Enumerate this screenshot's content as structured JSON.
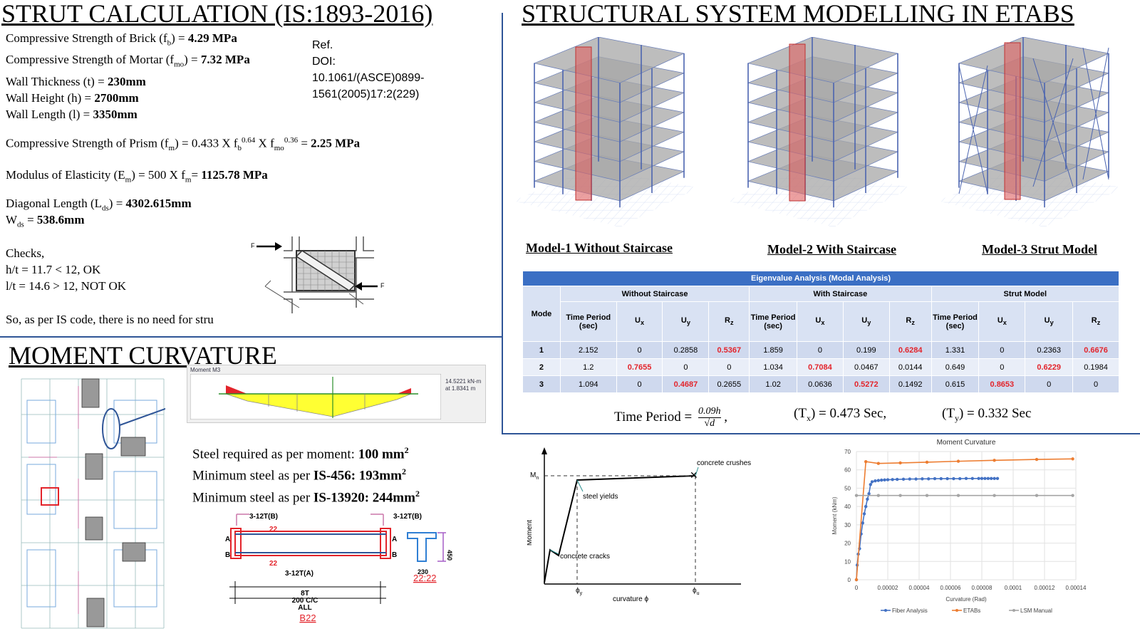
{
  "titles": {
    "strut": "STRUT CALCULATION (IS:1893-2016)",
    "etabs": "STRUCTURAL SYSTEM MODELLING IN ETABS",
    "moment": "MOMENT CURVATURE"
  },
  "strut_calc": {
    "brick": {
      "label": "Compressive Strength of Brick (f",
      "sub": "b",
      "tail": ") = ",
      "value": "4.29 MPa"
    },
    "mortar": {
      "label": "Compressive Strength of Mortar (f",
      "sub": "mo",
      "tail": ") = ",
      "value": "7.32 MPa"
    },
    "thickness": {
      "label": "Wall Thickness (t) = ",
      "value": "230mm"
    },
    "height": {
      "label": "Wall Height (h) = ",
      "value": "2700mm"
    },
    "length": {
      "label": "Wall Length (l) = ",
      "value": "3350mm"
    },
    "prism": {
      "label": "Compressive Strength of Prism (f",
      "sub": "m",
      "expr": ") = 0.433 X f",
      "sub_b": "b",
      "exp1": "0.64",
      "x2": " X f",
      "sub_mo": "mo",
      "exp2": "0.36",
      "eq": " = ",
      "value": "2.25 MPa"
    },
    "modulus": {
      "label": "Modulus of Elasticity (E",
      "sub": "m",
      "expr": ") = 500 X f",
      "sub_m": "m",
      "eq": "= ",
      "value": "1125.78 MPa"
    },
    "diagonal": {
      "label": "Diagonal Length (L",
      "sub": "ds",
      "tail": ") = ",
      "value": "4302.615mm"
    },
    "width": {
      "label": "W",
      "sub": "ds",
      "tail": " = ",
      "value": "538.6mm"
    },
    "checks_title": "Checks,",
    "check1": "h/t = 11.7 < 12, OK",
    "check2": "l/t = 14.6 > 12, NOT OK",
    "conclusion": "So, as per IS code, there is no need for stru"
  },
  "reference": {
    "line1": "Ref.",
    "line2": "DOI:",
    "line3": "10.1061/(ASCE)0899-",
    "line4": "1561(2005)17:2(229)"
  },
  "strut_figure": {
    "force_left": "F",
    "force_right": "F"
  },
  "models": [
    {
      "caption": "Model-1 Without Staircase"
    },
    {
      "caption": "Model-2 With Staircase"
    },
    {
      "caption": "Model-3 Strut Model"
    }
  ],
  "eigen_table": {
    "title": "Eigenvalue Analysis (Modal Analysis)",
    "groups": [
      "Without Staircase",
      "With Staircase",
      "Strut Model"
    ],
    "mode_header": "Mode",
    "group_headers": [
      [
        "Time Period (sec)",
        "U",
        "U",
        "R"
      ],
      [
        "Time Period (sec)",
        "U",
        "U",
        "R"
      ],
      [
        "Time Period (sec)",
        "U",
        "U",
        "R"
      ]
    ],
    "subscripts": [
      "x",
      "y",
      "z"
    ],
    "rows": [
      {
        "mode": "1",
        "values": [
          "2.152",
          "0",
          "0.2858",
          "0.5367",
          "1.859",
          "0",
          "0.199",
          "0.6284",
          "1.331",
          "0",
          "0.2363",
          "0.6676"
        ],
        "red": [
          3,
          7,
          11
        ]
      },
      {
        "mode": "2",
        "values": [
          "1.2",
          "0.7655",
          "0",
          "0",
          "1.034",
          "0.7084",
          "0.0467",
          "0.0144",
          "0.649",
          "0",
          "0.6229",
          "0.1984"
        ],
        "red": [
          1,
          5,
          10
        ]
      },
      {
        "mode": "3",
        "values": [
          "1.094",
          "0",
          "0.4687",
          "0.2655",
          "1.02",
          "0.0636",
          "0.5272",
          "0.1492",
          "0.615",
          "0.8653",
          "0",
          "0"
        ],
        "red": [
          2,
          6,
          9
        ]
      }
    ]
  },
  "time_period": {
    "label": "Time Period =",
    "numerator": "0.09h",
    "denominator": "d",
    "comma": ",",
    "tx": "(T",
    "tx_sub": "x",
    "tx_val": ") = 0.473 Sec,",
    "ty": "(T",
    "ty_sub": "y",
    "ty_val": ") = 0.332 Sec"
  },
  "moment_diagram": {
    "title": "Moment M3",
    "value_line1": "14.5221 kN-m",
    "value_line2": "at 1.8341 m"
  },
  "steel": {
    "l1_label": "Steel required as per moment: ",
    "l1_value": "100 mm",
    "l1_sup": "2",
    "l2_label": "Minimum steel as per ",
    "l2_value": "IS-456: 193mm",
    "l2_sup": "2",
    "l3_label": "Minimum steel as per ",
    "l3_value": "IS-13920: 244mm",
    "l3_sup": "2"
  },
  "beam_detail": {
    "top_left": "3-12T(B)",
    "top_right": "3-12T(B)",
    "bottom_bar": "3-12T(A)",
    "section_a": "A",
    "section_b": "B",
    "dim1": "22",
    "dim2": "22",
    "stirrup_line1": "8T",
    "stirrup_line2": "200 C/C",
    "stirrup_line3": "ALL",
    "beam_id": "B22",
    "section_width": "230",
    "section_depth": "450",
    "section_id": "22:22"
  },
  "concept_curve": {
    "y_label": "Moment",
    "x_label": "curvature  ϕ",
    "mn": "M",
    "mn_sub": "n",
    "phi_y": "ϕ",
    "phi_y_sub": "y",
    "phi_u": "ϕ",
    "phi_u_sub": "u",
    "ann_crush": "concrete crushes",
    "ann_yield": "steel yields",
    "ann_crack": "concrete cracks"
  },
  "chart_data": {
    "type": "line",
    "title": "Moment Curvature",
    "xlabel": "Curvature (Rad)",
    "ylabel": "Moment (kNm)",
    "xlim": [
      0,
      0.00014
    ],
    "ylim": [
      0,
      70
    ],
    "x_ticks": [
      "0",
      "0.00002",
      "0.00004",
      "0.00006",
      "0.00008",
      "0.0001",
      "0.00012",
      "0.00014"
    ],
    "y_ticks": [
      "0",
      "10",
      "20",
      "30",
      "40",
      "50",
      "60",
      "70"
    ],
    "legend": "bottom",
    "series": [
      {
        "name": "Fiber Analysis",
        "color": "#4472c4",
        "x": [
          0,
          5e-07,
          1.2e-06,
          2e-06,
          3e-06,
          4e-06,
          5e-06,
          6e-06,
          7e-06,
          8e-06,
          9e-06,
          1e-05,
          1.2e-05,
          1.4e-05,
          1.6e-05,
          1.8e-05,
          2e-05,
          2.3e-05,
          2.6e-05,
          3e-05,
          3.4e-05,
          3.8e-05,
          4.2e-05,
          4.6e-05,
          5e-05,
          5.4e-05,
          5.8e-05,
          6.2e-05,
          6.6e-05,
          7e-05,
          7.4e-05,
          7.8e-05,
          8e-05,
          8.2e-05,
          8.4e-05,
          8.6e-05,
          8.8e-05,
          9e-05
        ],
        "y": [
          0,
          8,
          14,
          17,
          25,
          31,
          36,
          40,
          44,
          47,
          52,
          53.5,
          54,
          54.2,
          54.4,
          54.5,
          54.6,
          54.7,
          54.8,
          54.9,
          55,
          55,
          55.1,
          55.1,
          55.2,
          55.2,
          55.2,
          55.2,
          55.2,
          55.3,
          55.3,
          55.3,
          55.3,
          55.3,
          55.3,
          55.3,
          55.3,
          55.3
        ]
      },
      {
        "name": "ETABs",
        "color": "#ed7d31",
        "x": [
          0,
          6e-06,
          1.4e-05,
          2.8e-05,
          4.5e-05,
          6.5e-05,
          8.8e-05,
          0.000115,
          0.000138
        ],
        "y": [
          0,
          64.5,
          63.5,
          63.8,
          64.2,
          64.7,
          65.2,
          65.7,
          66
        ]
      },
      {
        "name": "LSM Manual",
        "color": "#a5a5a5",
        "x": [
          0,
          1.4e-05,
          2.8e-05,
          4.5e-05,
          6.5e-05,
          8.8e-05,
          0.000115,
          0.000138
        ],
        "y": [
          46,
          46,
          46,
          46,
          46,
          46,
          46,
          46
        ]
      }
    ]
  },
  "colors": {
    "accent": "#3b6fc4",
    "divider": "#2f5597",
    "highlight": "#e3242b"
  }
}
